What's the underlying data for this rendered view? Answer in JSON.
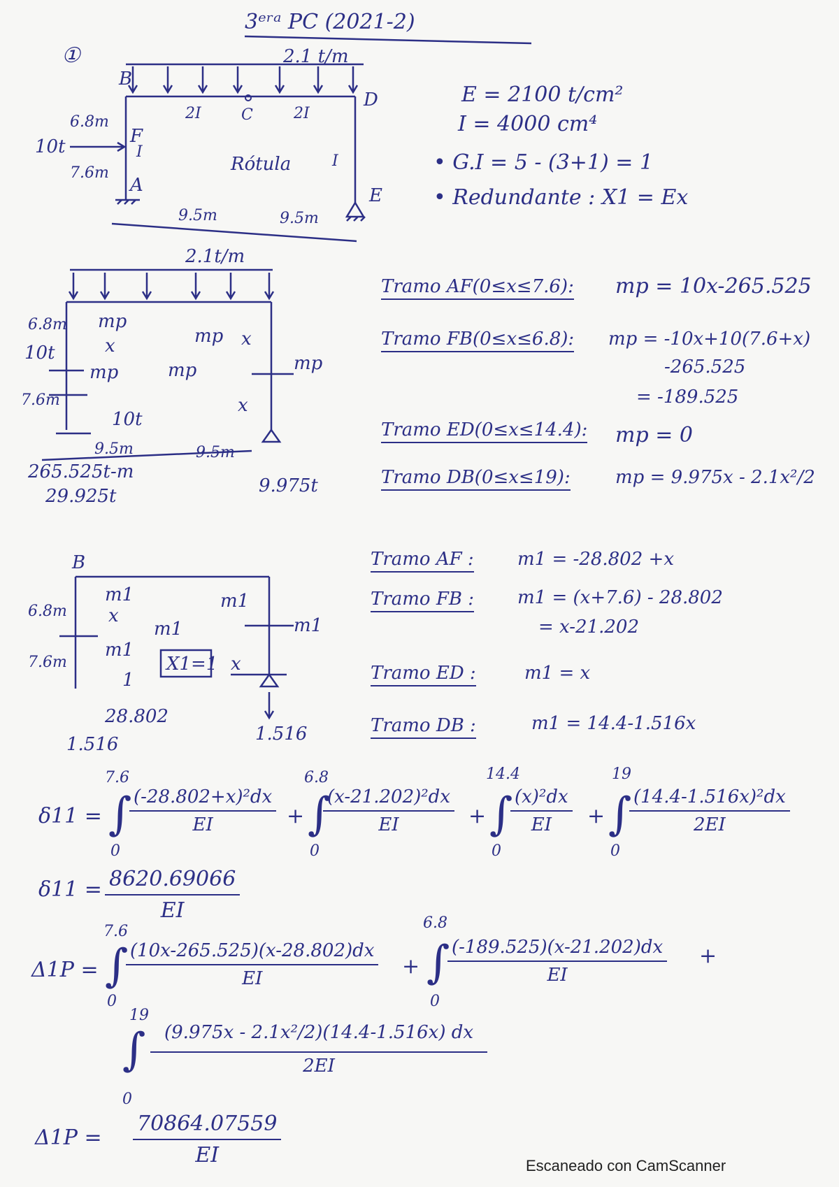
{
  "header": {
    "title": "3ᵉʳᵃ PC (2021-2)",
    "problem_number": "①"
  },
  "diagram1": {
    "load": "2.1 t/m",
    "labels": {
      "B": "B",
      "C": "C",
      "D": "D",
      "E": "E",
      "F": "F",
      "A": "A"
    },
    "inertia_left_beam": "2I",
    "inertia_right_beam": "2I",
    "inertia_col_left": "I",
    "inertia_col_right": "I",
    "dim_upper": "6.8m",
    "dim_lower": "7.6m",
    "force": "10t",
    "rotula": "Rótula",
    "span_left": "9.5m",
    "span_right": "9.5m"
  },
  "properties": {
    "E": "E = 2100 t/cm²",
    "I": "I = 4000 cm⁴",
    "gi": "• G.I = 5 - (3+1) = 1",
    "redundant": "• Redundante : X1 = Ex"
  },
  "diagram2": {
    "load": "2.1t/m",
    "dim_upper": "6.8m",
    "dim_lower": "7.6m",
    "force_left": "10t",
    "force_right": "10t",
    "mp": "mp",
    "x": "x",
    "moment": "265.525t-m",
    "reaction_left": "29.925t",
    "reaction_right": "9.975t",
    "span_left": "9.5m",
    "span_right": "9.5m",
    "tag": "mp"
  },
  "tramos_mp": [
    {
      "label": "Tramo AF(0≤x≤7.6):",
      "eq": "mp = 10x-265.525"
    },
    {
      "label": "Tramo FB(0≤x≤6.8):",
      "eq": "mp = -10x+10(7.6+x)"
    },
    {
      "label": "",
      "eq": "-265.525"
    },
    {
      "label": "",
      "eq": "= -189.525"
    },
    {
      "label": "Tramo ED(0≤x≤14.4):",
      "eq": "mp = 0"
    },
    {
      "label": "Tramo DB(0≤x≤19):",
      "eq": "mp = 9.975x - 2.1x²/2"
    }
  ],
  "diagram3": {
    "dim_upper": "6.8m",
    "dim_lower": "7.6m",
    "m1": "m1",
    "x": "x",
    "x1": "X1=1",
    "moment": "28.802",
    "reaction_left": "1.516",
    "reaction_right": "1.516",
    "tag": "m1",
    "one": "1"
  },
  "tramos_m1": [
    {
      "label": "Tramo AF :",
      "eq": "m1 = -28.802 +x"
    },
    {
      "label": "Tramo FB :",
      "eq": "m1 = (x+7.6) - 28.802"
    },
    {
      "label": "",
      "eq": "= x-21.202"
    },
    {
      "label": "Tramo ED :",
      "eq": "m1 = x"
    },
    {
      "label": "Tramo DB :",
      "eq": "m1 = 14.4-1.516x"
    }
  ],
  "delta11": {
    "lhs": "δ11 =",
    "terms": [
      {
        "upper": "7.6",
        "lower": "0",
        "num": "(-28.802+x)²dx",
        "den": "EI"
      },
      {
        "upper": "6.8",
        "lower": "0",
        "num": "(x-21.202)²dx",
        "den": "EI"
      },
      {
        "upper": "14.4",
        "lower": "0",
        "num": "(x)²dx",
        "den": "EI"
      },
      {
        "upper": "19",
        "lower": "0",
        "num": "(14.4-1.516x)²dx",
        "den": "2EI"
      }
    ],
    "result_lhs": "δ11 =",
    "result_num": "8620.69066",
    "result_den": "EI"
  },
  "delta1p": {
    "lhs": "Δ1P =",
    "terms": [
      {
        "upper": "7.6",
        "lower": "0",
        "num": "(10x-265.525)(x-28.802)dx",
        "den": "EI"
      },
      {
        "upper": "6.8",
        "lower": "0",
        "num": "(-189.525)(x-21.202)dx",
        "den": "EI"
      },
      {
        "upper": "19",
        "lower": "0",
        "num": "(9.975x - 2.1x²/2)(14.4-1.516x) dx",
        "den": "2EI"
      }
    ],
    "result_lhs": "Δ1P =",
    "result_num": "70864.07559",
    "result_den": "EI"
  },
  "footer": "Escaneado con CamScanner"
}
